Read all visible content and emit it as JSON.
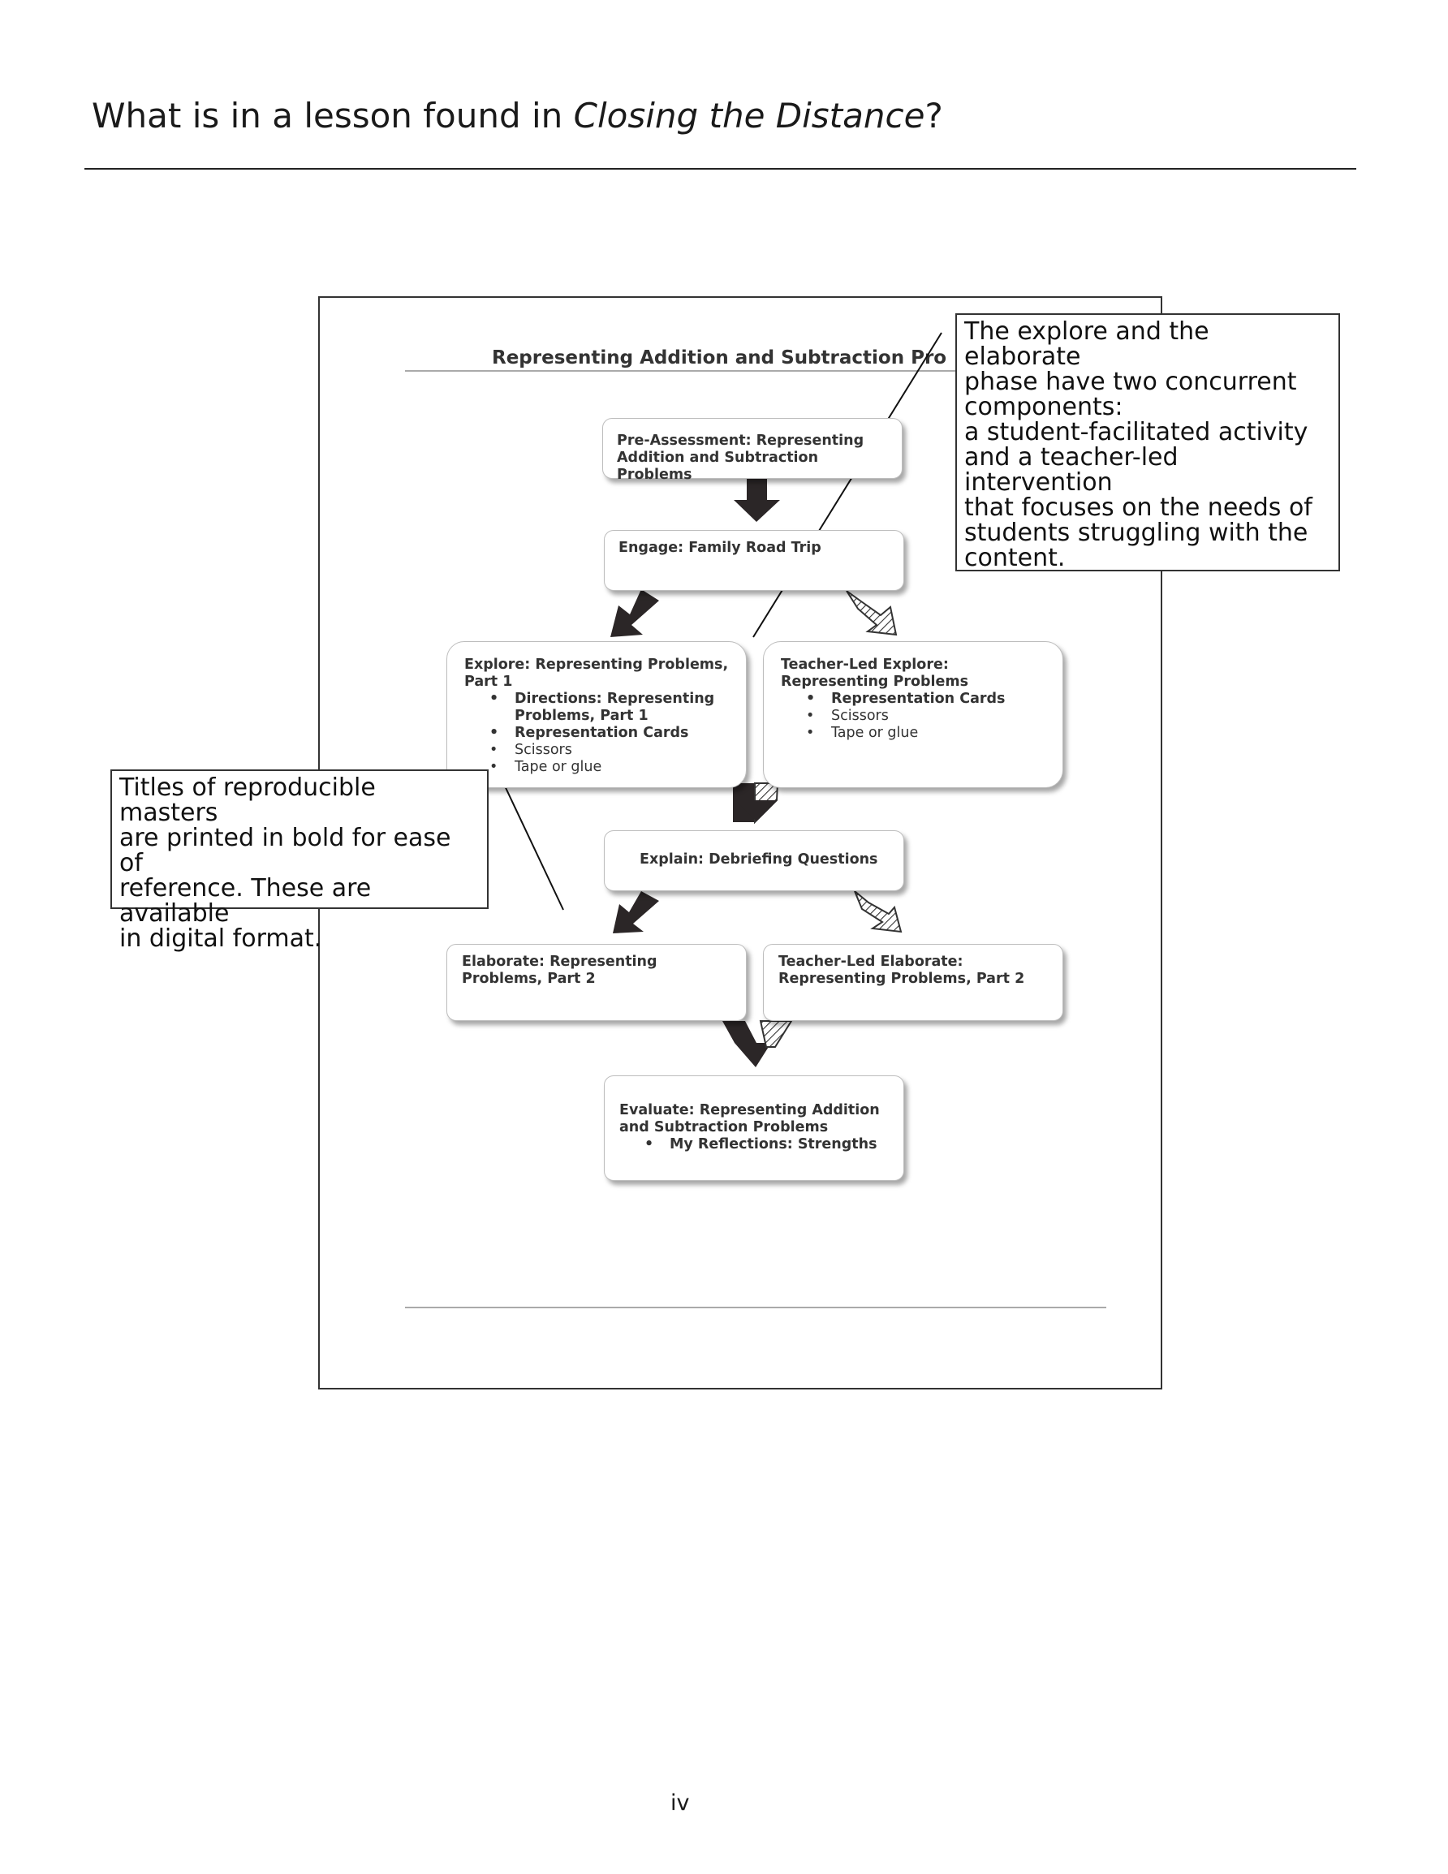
{
  "title": {
    "prefix": "What is in a lesson found in ",
    "italic": "Closing the Distance",
    "suffix": "?"
  },
  "flowchart": {
    "title": "Representing Addition and Subtraction Pro",
    "pre_assessment": {
      "heading": "Pre-Assessment: Representing Addition and Subtraction Problems"
    },
    "engage": {
      "heading": "Engage: Family Road Trip"
    },
    "explore": {
      "heading": "Explore: Representing Problems, Part 1",
      "items": [
        "Directions: Representing Problems, Part 1",
        "Representation Cards",
        "Scissors",
        "Tape or glue"
      ]
    },
    "teacher_explore": {
      "heading": "Teacher-Led Explore: Representing Problems",
      "items": [
        "Representation Cards",
        "Scissors",
        "Tape or glue"
      ]
    },
    "explain": {
      "heading": "Explain: Debriefing Questions"
    },
    "elaborate": {
      "heading": "Elaborate: Representing Problems, Part 2"
    },
    "teacher_elaborate": {
      "heading": "Teacher-Led Elaborate: Representing Problems, Part 2"
    },
    "evaluate": {
      "heading": "Evaluate: Representing Addition and Subtraction Problems",
      "items": [
        "My Reflections: Strengths"
      ]
    }
  },
  "callouts": {
    "right": "The explore and the elaborate\nphase  have two concurrent\ncomponents:\na student-facilitated activity\nand a teacher-led intervention\nthat focuses on the needs of\nstudents struggling with the\ncontent.",
    "left": "Titles of reproducible masters\nare printed in bold for ease of\nreference. These are available\nin digital format."
  },
  "page_number": "iv"
}
